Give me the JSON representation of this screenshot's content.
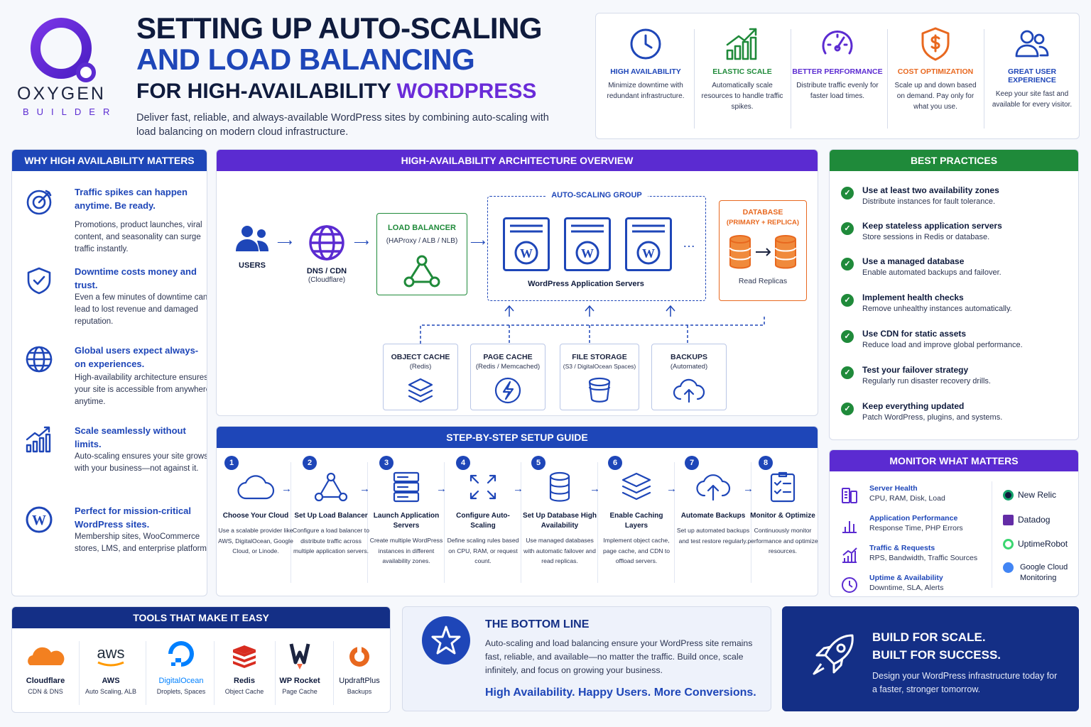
{
  "brand": {
    "name": "OXYGEN",
    "sub": "BUILDER"
  },
  "header": {
    "line1": "SETTING UP AUTO-SCALING",
    "line2": "AND LOAD BALANCING",
    "line3a": "FOR HIGH-AVAILABILITY ",
    "line3b": "WORDPRESS",
    "intro": "Deliver fast, reliable, and always-available WordPress sites by combining auto-scaling with load balancing on modern cloud infrastructure."
  },
  "benefits": [
    {
      "title": "HIGH AVAILABILITY",
      "desc": "Minimize downtime with redundant infrastructure.",
      "color": "#1e46b8",
      "icon": "clock-icon"
    },
    {
      "title": "ELASTIC SCALE",
      "desc": "Automatically scale resources to handle traffic spikes.",
      "color": "#1f8a3a",
      "icon": "growth-chart-icon"
    },
    {
      "title": "BETTER PERFORMANCE",
      "desc": "Distribute traffic evenly for faster load times.",
      "color": "#5b2bd1",
      "icon": "speedometer-icon"
    },
    {
      "title": "COST OPTIMIZATION",
      "desc": "Scale up and down based on demand. Pay only for what you use.",
      "color": "#e8681f",
      "icon": "dollar-shield-icon"
    },
    {
      "title": "GREAT USER EXPERIENCE",
      "desc": "Keep your site fast and available for every visitor.",
      "color": "#1e46b8",
      "icon": "users-icon"
    }
  ],
  "why": {
    "title": "WHY HIGH AVAILABILITY MATTERS",
    "items": [
      {
        "h": "Traffic spikes can happen anytime. Be ready.",
        "d": "Promotions, product launches, viral content, and seasonality can surge traffic instantly.",
        "icon": "target-icon"
      },
      {
        "h": "Downtime costs money and trust.",
        "d": "Even a few minutes of downtime can lead to lost revenue and damaged reputation.",
        "icon": "shield-check-icon"
      },
      {
        "h": "Global users expect always-on experiences.",
        "d": "High-availability architecture ensures your site is accessible from anywhere, anytime.",
        "icon": "globe-icon"
      },
      {
        "h": "Scale seamlessly without limits.",
        "d": "Auto-scaling ensures your site grows with your business—not against it.",
        "icon": "bar-growth-icon"
      },
      {
        "h": "Perfect for mission-critical WordPress sites.",
        "d": "Membership sites, WooCommerce stores, LMS, and enterprise platforms.",
        "icon": "wordpress-icon"
      }
    ]
  },
  "arch": {
    "title": "HIGH-AVAILABILITY ARCHITECTURE OVERVIEW",
    "users": "USERS",
    "dns": "DNS / CDN",
    "dns_sub": "(Cloudflare)",
    "lb": "LOAD BALANCER",
    "lb_sub": "(HAProxy / ALB / NLB)",
    "asg": "AUTO-SCALING GROUP",
    "servers": "WordPress Application Servers",
    "db": "DATABASE",
    "db_sub": "(PRIMARY + REPLICA)",
    "replicas": "Read Replicas",
    "services": [
      {
        "t": "OBJECT CACHE",
        "s": "(Redis)",
        "icon": "layers-icon"
      },
      {
        "t": "PAGE CACHE",
        "s": "(Redis / Memcached)",
        "icon": "lightning-icon"
      },
      {
        "t": "FILE STORAGE",
        "s": "(S3 / DigitalOcean Spaces)",
        "icon": "bucket-icon"
      },
      {
        "t": "BACKUPS",
        "s": "(Automated)",
        "icon": "cloud-upload-icon"
      }
    ]
  },
  "steps": {
    "title": "STEP-BY-STEP SETUP GUIDE",
    "items": [
      {
        "n": "1",
        "t": "Choose Your Cloud",
        "d": "Use a scalable provider like AWS, DigitalOcean, Google Cloud, or Linode.",
        "icon": "cloud-icon"
      },
      {
        "n": "2",
        "t": "Set Up Load Balancer",
        "d": "Configure a load balancer to distribute traffic across multiple application servers.",
        "icon": "network-icon"
      },
      {
        "n": "3",
        "t": "Launch Application Servers",
        "d": "Create multiple WordPress instances in different availability zones.",
        "icon": "server-icon"
      },
      {
        "n": "4",
        "t": "Configure Auto-Scaling",
        "d": "Define scaling rules based on CPU, RAM, or request count.",
        "icon": "scale-arrows-icon"
      },
      {
        "n": "5",
        "t": "Set Up Database High Availability",
        "d": "Use managed databases with automatic failover and read replicas.",
        "icon": "database-icon"
      },
      {
        "n": "6",
        "t": "Enable Caching Layers",
        "d": "Implement object cache, page cache, and CDN to offload servers.",
        "icon": "layers-icon"
      },
      {
        "n": "7",
        "t": "Automate Backups",
        "d": "Set up automated backups and test restore regularly.",
        "icon": "cloud-upload-icon"
      },
      {
        "n": "8",
        "t": "Monitor & Optimize",
        "d": "Continuously monitor performance and optimize resources.",
        "icon": "checklist-icon"
      }
    ]
  },
  "best": {
    "title": "BEST PRACTICES",
    "items": [
      {
        "h": "Use at least two availability zones",
        "d": "Distribute instances for fault tolerance."
      },
      {
        "h": "Keep stateless application servers",
        "d": "Store sessions in Redis or database."
      },
      {
        "h": "Use a managed database",
        "d": "Enable automated backups and failover."
      },
      {
        "h": "Implement health checks",
        "d": "Remove unhealthy instances automatically."
      },
      {
        "h": "Use CDN for static assets",
        "d": "Reduce load and improve global performance."
      },
      {
        "h": "Test your failover strategy",
        "d": "Regularly run disaster recovery drills."
      },
      {
        "h": "Keep everything updated",
        "d": "Patch WordPress, plugins, and systems."
      }
    ]
  },
  "monitor": {
    "title": "MONITOR WHAT MATTERS",
    "items": [
      {
        "h": "Server Health",
        "d": "CPU, RAM, Disk, Load"
      },
      {
        "h": "Application Performance",
        "d": "Response Time, PHP Errors"
      },
      {
        "h": "Traffic & Requests",
        "d": "RPS, Bandwidth, Traffic Sources"
      },
      {
        "h": "Uptime & Availability",
        "d": "Downtime, SLA, Alerts"
      }
    ],
    "tools": [
      {
        "name": "New Relic",
        "color": "#13a36b"
      },
      {
        "name": "Datadog",
        "color": "#632ca6"
      },
      {
        "name": "UptimeRobot",
        "color": "#3bd671"
      },
      {
        "name": "Google Cloud Monitoring",
        "color": "#4285f4"
      }
    ]
  },
  "tools": {
    "title": "TOOLS THAT MAKE IT EASY",
    "items": [
      {
        "name": "Cloudflare",
        "desc": "CDN & DNS",
        "color": "#f38020"
      },
      {
        "name": "AWS",
        "desc": "Auto Scaling, ALB",
        "color": "#232f3e"
      },
      {
        "name": "DigitalOcean",
        "desc": "Droplets, Spaces",
        "color": "#0080ff"
      },
      {
        "name": "Redis",
        "desc": "Object Cache",
        "color": "#d82c20"
      },
      {
        "name": "WP Rocket",
        "desc": "Page Cache",
        "color": "#f56640"
      },
      {
        "name": "UpdraftPlus",
        "desc": "Backups",
        "color": "#e8681f"
      }
    ]
  },
  "bottom": {
    "title": "THE BOTTOM LINE",
    "text": "Auto-scaling and load balancing ensure your WordPress site remains fast, reliable, and available—no matter the traffic. Build once, scale infinitely, and focus on growing your business.",
    "tagline": "High Availability. Happy Users. More Conversions."
  },
  "cta": {
    "line1": "BUILD FOR SCALE.",
    "line2": "BUILT FOR SUCCESS.",
    "text": "Design your WordPress infrastructure today for a faster, stronger tomorrow."
  }
}
